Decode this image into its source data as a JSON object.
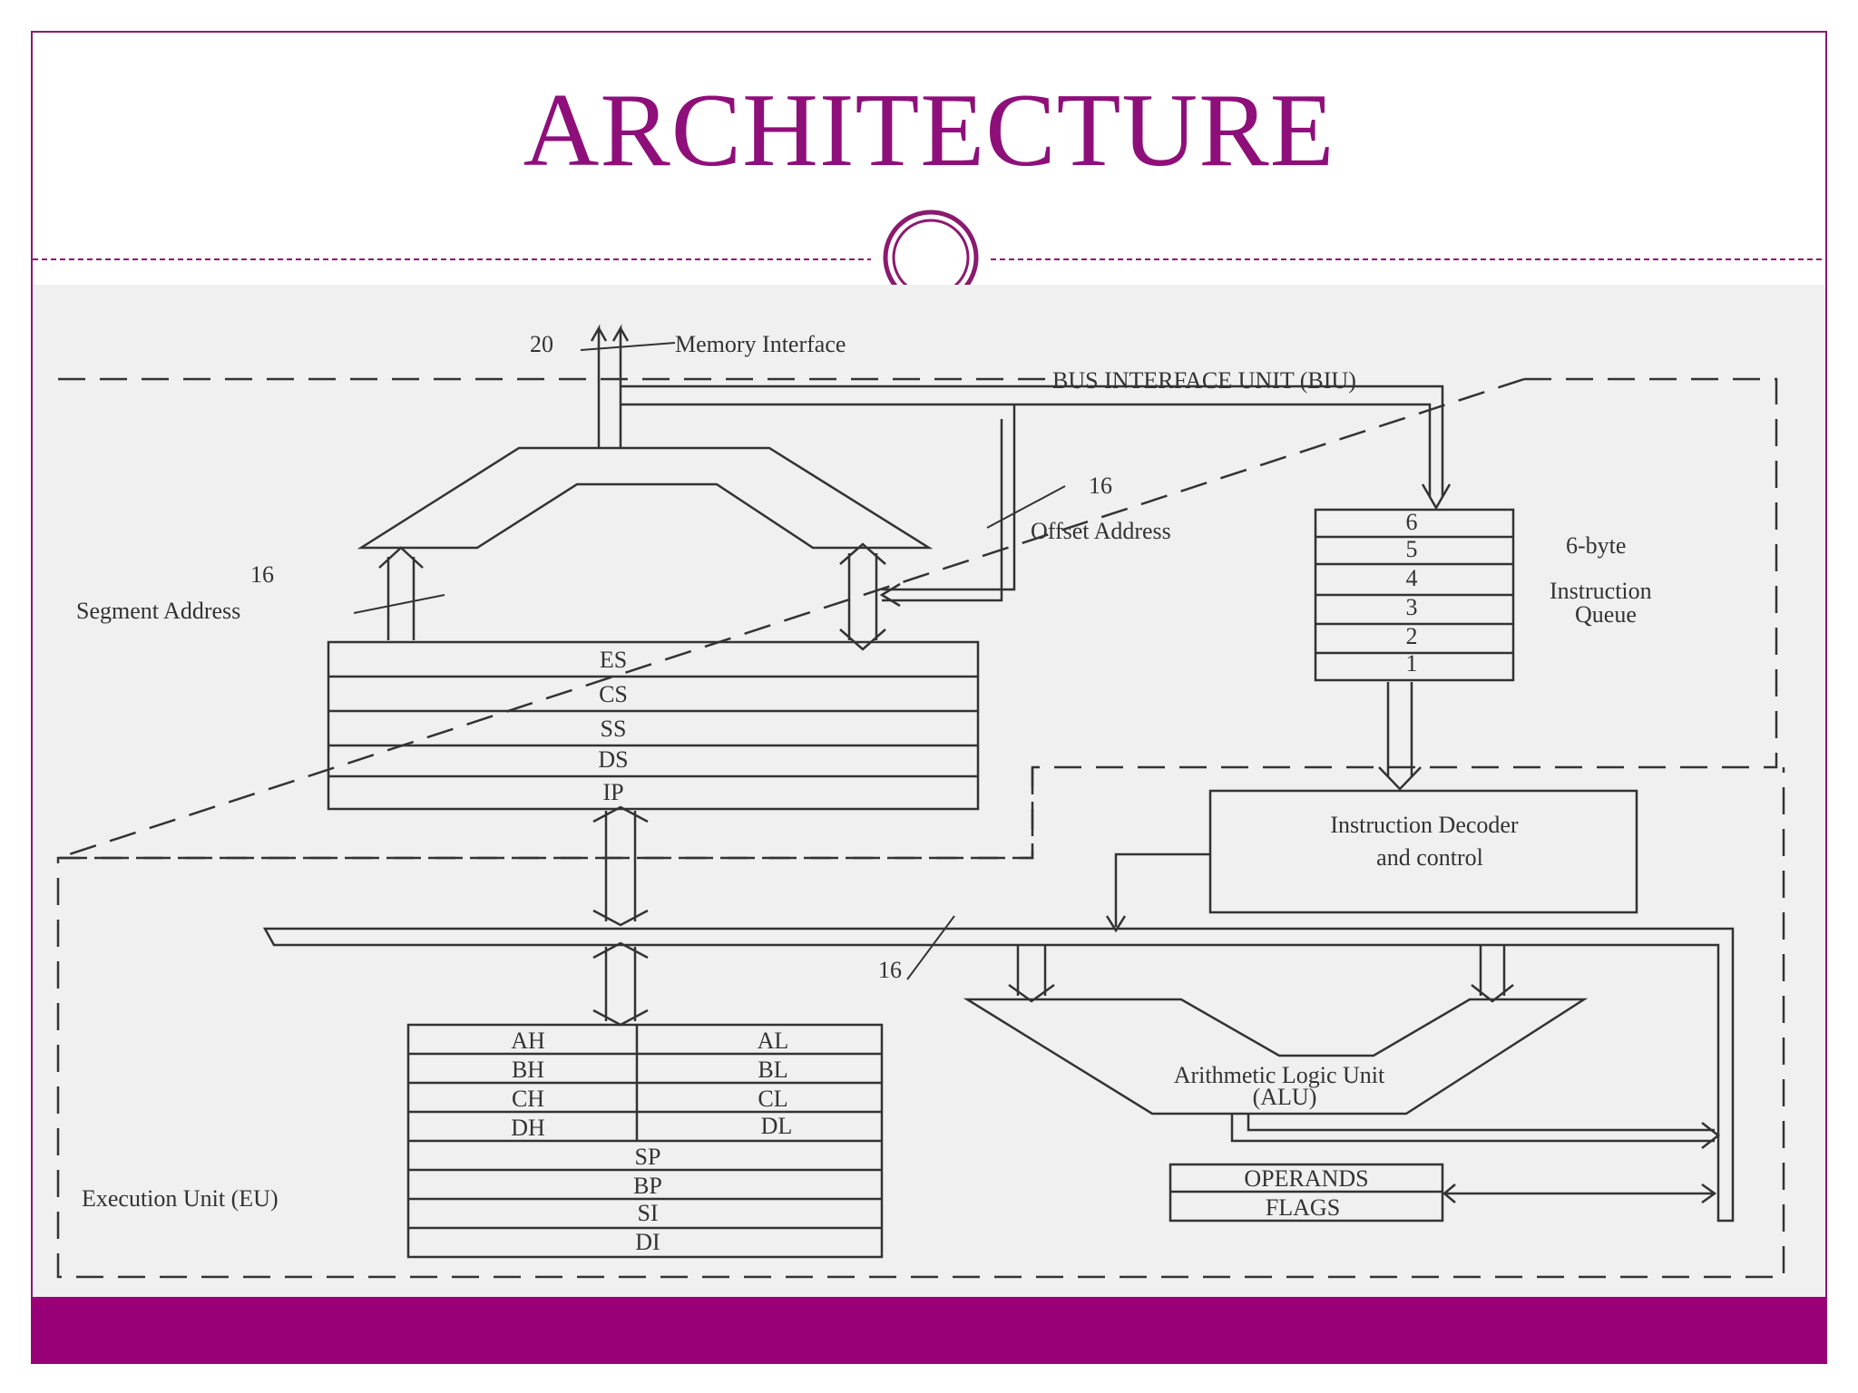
{
  "slide": {
    "title": "ARCHITECTURE"
  },
  "diagram": {
    "memory_bus_width": "20",
    "memory_interface_label": "Memory Interface",
    "biu_label": "BUS INTERFACE UNIT (BIU)",
    "offset_width": "16",
    "offset_label": "Offset Address",
    "segment_width": "16",
    "segment_label": "Segment Address",
    "segment_registers": [
      "ES",
      "CS",
      "SS",
      "DS",
      "IP"
    ],
    "queue_slots": [
      "6",
      "5",
      "4",
      "3",
      "2",
      "1"
    ],
    "queue_label_line1": "6-byte",
    "queue_label_line2": "Instruction",
    "queue_label_line3": "Queue",
    "decoder_line1": "Instruction Decoder",
    "decoder_line2": "and control",
    "internal_bus_width": "16",
    "gp_registers": [
      {
        "high": "AH",
        "low": "AL"
      },
      {
        "high": "BH",
        "low": "BL"
      },
      {
        "high": "CH",
        "low": "CL"
      },
      {
        "high": "DH",
        "low": "DL"
      }
    ],
    "pointer_registers": [
      "SP",
      "BP",
      "SI",
      "DI"
    ],
    "eu_label": "Execution Unit (EU)",
    "alu_line1": "Arithmetic Logic Unit",
    "alu_line2": "(ALU)",
    "operands_label": "OPERANDS",
    "flags_label": "FLAGS"
  },
  "colors": {
    "accent": "#990077",
    "title": "#8e0f7a",
    "line": "#333333"
  }
}
